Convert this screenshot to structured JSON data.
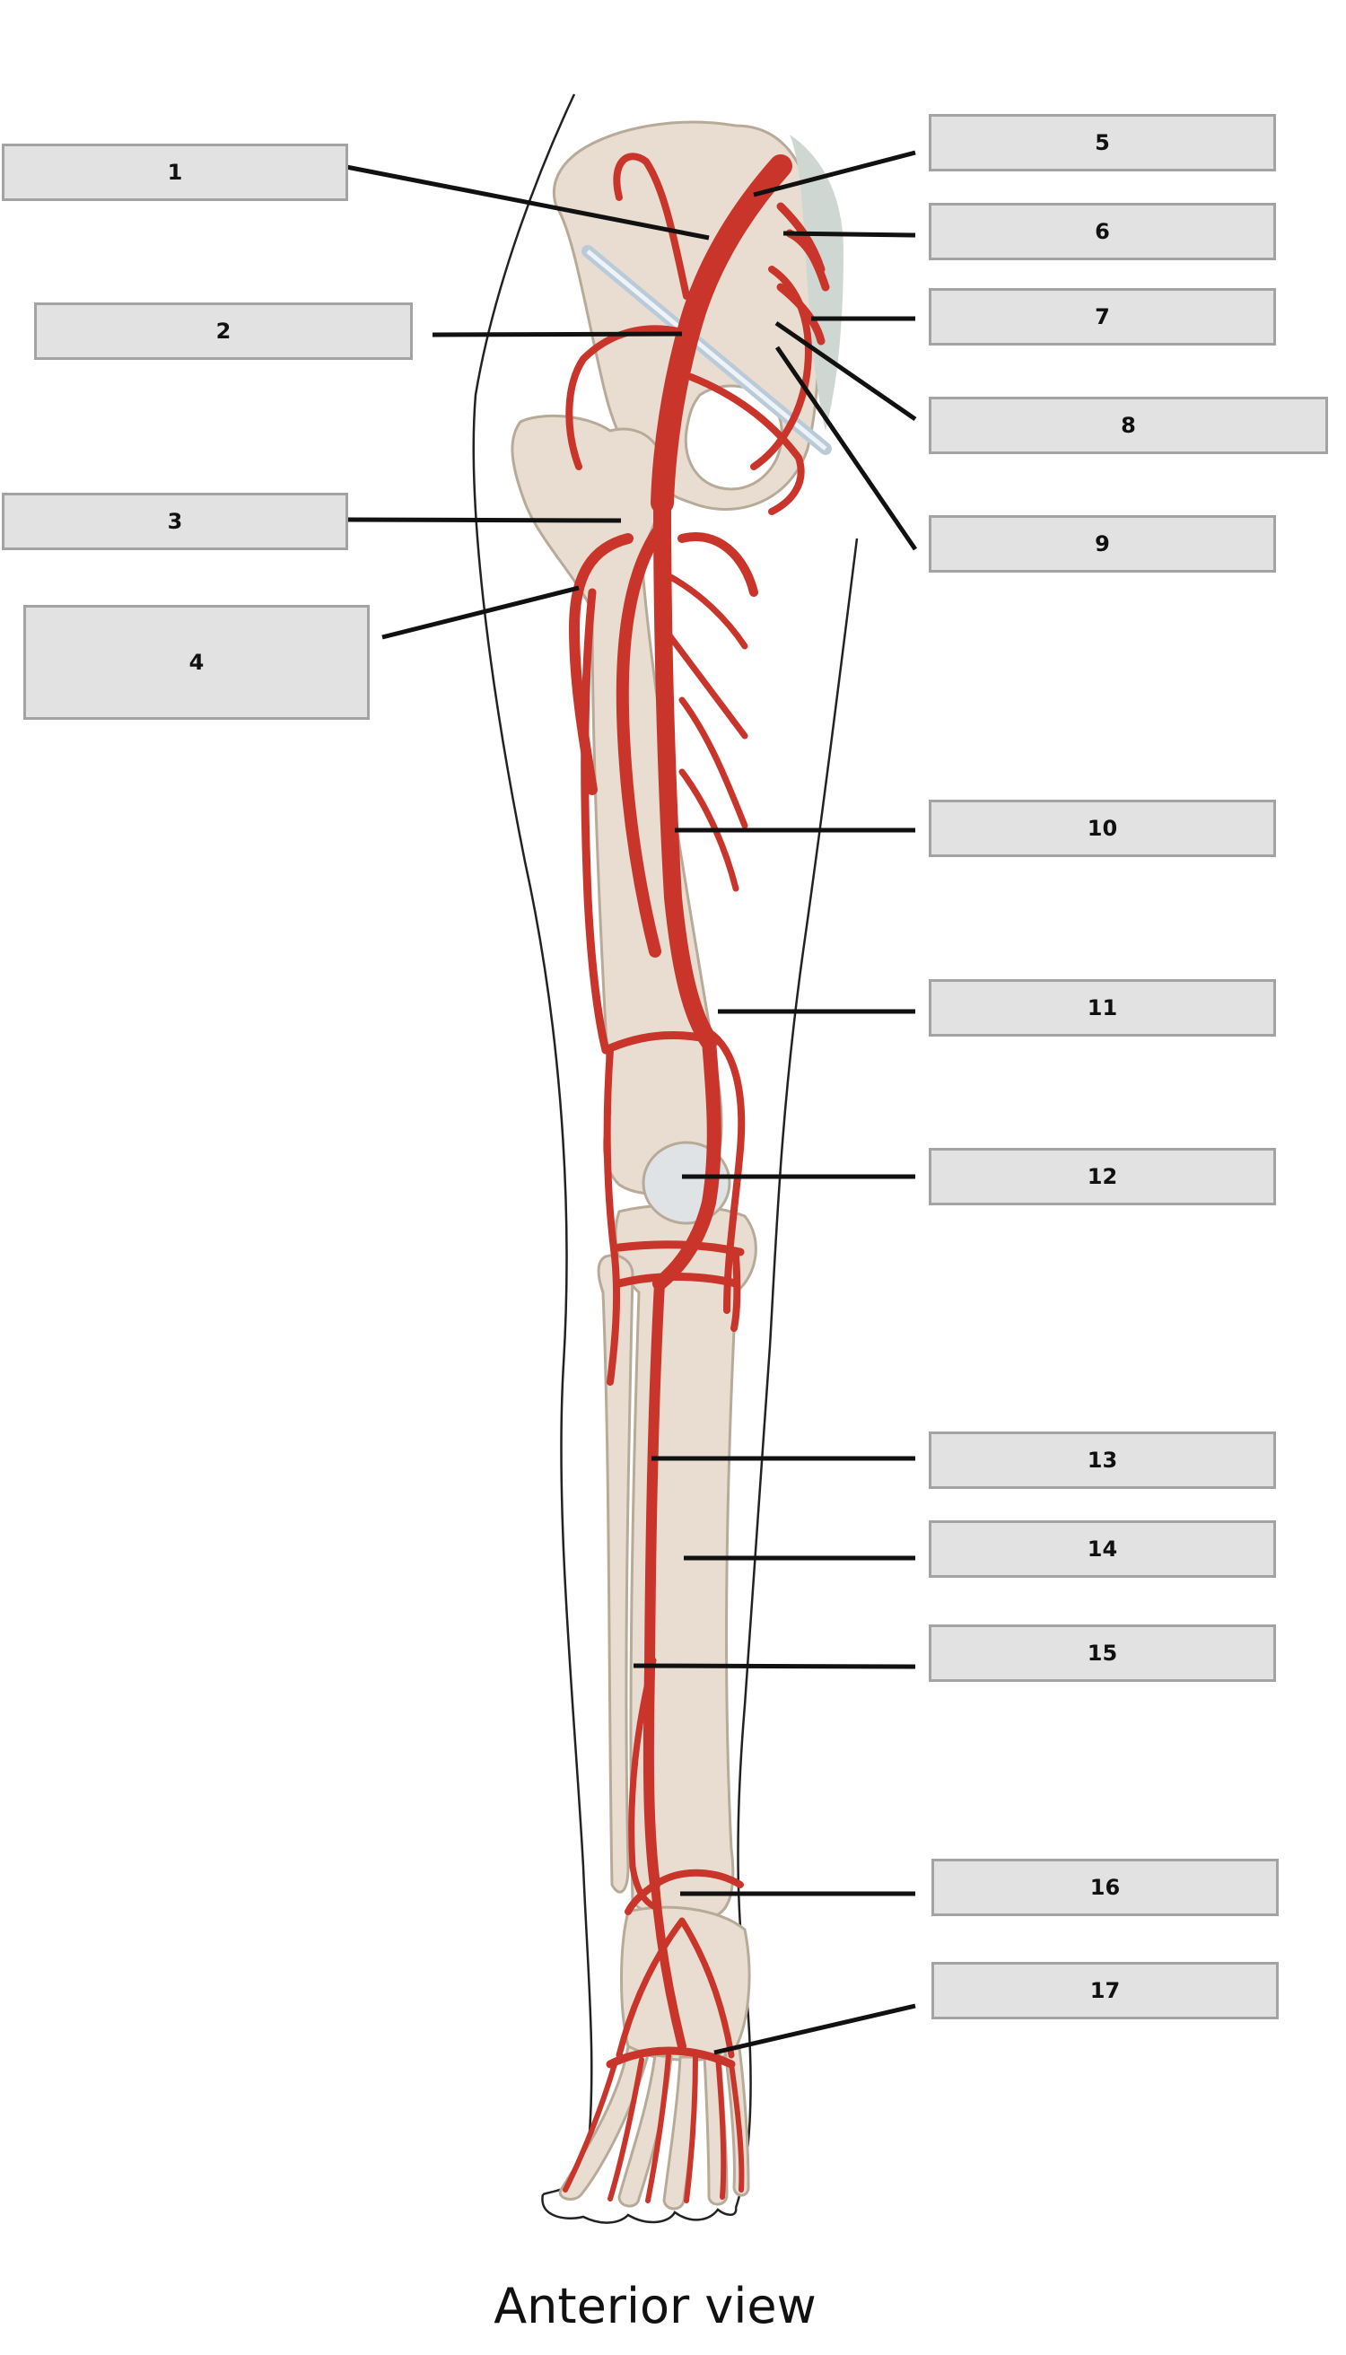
{
  "caption": "Anterior view",
  "colors": {
    "artery": "#c9352a",
    "bone": "#e8ddd0",
    "label_box_fill": "#e2e2e2",
    "label_box_border": "#a3a3a3",
    "leader": "#111111"
  },
  "labels": [
    {
      "id": "1",
      "text": "1"
    },
    {
      "id": "2",
      "text": "2"
    },
    {
      "id": "3",
      "text": "3"
    },
    {
      "id": "4",
      "text": "4"
    },
    {
      "id": "5",
      "text": "5"
    },
    {
      "id": "6",
      "text": "6"
    },
    {
      "id": "7",
      "text": "7"
    },
    {
      "id": "8",
      "text": "8"
    },
    {
      "id": "9",
      "text": "9"
    },
    {
      "id": "10",
      "text": "10"
    },
    {
      "id": "11",
      "text": "11"
    },
    {
      "id": "12",
      "text": "12"
    },
    {
      "id": "13",
      "text": "13"
    },
    {
      "id": "14",
      "text": "14"
    },
    {
      "id": "15",
      "text": "15"
    },
    {
      "id": "16",
      "text": "16"
    },
    {
      "id": "17",
      "text": "17"
    }
  ]
}
